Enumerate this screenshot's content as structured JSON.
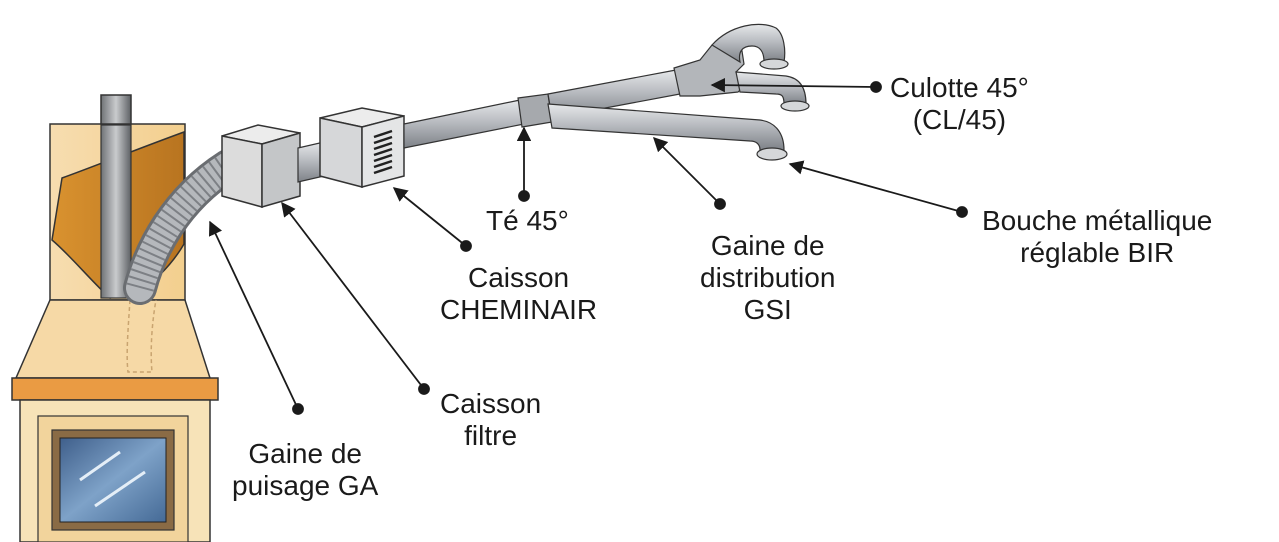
{
  "labels": {
    "culotte": {
      "line1": "Culotte 45°",
      "line2": "(CL/45)"
    },
    "bouche": {
      "line1": "Bouche métallique",
      "line2": "réglable BIR"
    },
    "te": {
      "line1": "Té 45°"
    },
    "gaine_distribution": {
      "line1": "Gaine de",
      "line2": "distribution",
      "line3": "GSI"
    },
    "caisson_cheminair": {
      "line1": "Caisson",
      "line2": "CHEMINAIR"
    },
    "caisson_filtre": {
      "line1": "Caisson",
      "line2": "filtre"
    },
    "gaine_puisage": {
      "line1": "Gaine de",
      "line2": "puisage GA"
    }
  },
  "colors": {
    "duct": "#b9bcc1",
    "duct_dark": "#8c9096",
    "hood": "#f6d9a6",
    "hood_dark": "#e0a24d",
    "fireplace_cream": "#f7e3b8",
    "mantel": "#ea9b43",
    "glass": "#5c7fa8"
  }
}
